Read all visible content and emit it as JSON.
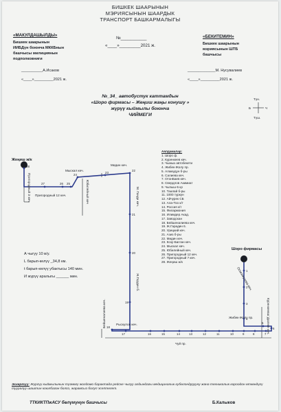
{
  "header": {
    "line1": "БИШКЕК ШААРЫНЫН",
    "line2": "МЭРИЯСЫНЫН ШААРДЫК",
    "line3": "ТРАНСПОРТ БАШКАРМАЛЫГЫ"
  },
  "approvals": {
    "left": {
      "title": "«МАКУЛДАШЫЛДЫ»",
      "lines": [
        "Бишкек шаарынын",
        "ИИБДүн боюнча МККБнын",
        "башчысы милициянын",
        "подполковниги"
      ],
      "signature": "__________А.Исаков",
      "date": "«____»_________2021 ж."
    },
    "middle": {
      "number": "№___________",
      "date": "«____»_________2021 ж."
    },
    "right": {
      "title": "«БЕКИТЕМИН»",
      "lines": [
        "Бишкек шаарынын",
        "мэриясынын ШТБ",
        "башчысы"
      ],
      "signature": "_____________М. Нусувалиев",
      "date": "«____»_________2021 ж."
    }
  },
  "scheme_title": {
    "line1": "№_34_ автобустук каттамдын",
    "line2": "«Шоро фирмасы – Жеңиш жаңы конушу »",
    "line3": "жүрүү кыймылы боюнча",
    "line4": "ЧИЙМЕГИ"
  },
  "compass": {
    "north": "Түн.",
    "south": "Түш.",
    "west": "Б",
    "east": "Ч"
  },
  "stops": {
    "heading": "Аялдамалар:",
    "list": [
      "1. Шоро ф.",
      "2. Куренкеев көч.",
      "3. Чымыз автобекети",
      "4. Жибек-Жолу пр.",
      "5. Аламүдүн б-ры",
      "6. Салиева көч.",
      "7. ОтонБаев көч.",
      "8. Свердлов Акимиат",
      "9. Чыпыш-5 кр",
      "10. Таалай б-ры",
      "11. 1000 туркун",
      "12. Айчурек СБ",
      "13. Ала-Тоо к/т",
      "14. Россия к/т",
      "15. Филармония",
      "16. Илимдер Акад.",
      "17. Заводскан",
      "18. Бейшеналиева көч.",
      "19. Ж.Гарадин 6.",
      "20. Урицкий көч.",
      "21. Азиз б-ры",
      "22. Мидин көч.",
      "23. Козу-Баглан көч.",
      "24. Мыскал көч.",
      "25. Юбилейный көч.",
      "26. Пригородный 12 көч.",
      "27. Пригородный 7 көч.",
      "28. Жеңиш ж/к"
    ]
  },
  "map_labels": {
    "zhenish": "Жеңиш ж/к",
    "shoro": "Шоро фирмасы",
    "prigorodny3": "Пригородный 3 көч.",
    "prigorodny12": "Пригородный 12 көч.",
    "myskal": "Мыскал көч.",
    "yubileiny": "Юбилейный көч",
    "midin": "Мидин көч.",
    "mgandi": "М. Ганди көч.",
    "zhgardin": "Ж.Гардин б.",
    "beishenalieva": "Бейшеналиева көч.",
    "ryskulov": "Рыскулов көч.",
    "chui": "Чуй пр.",
    "osmonkulova": "Осмонкулова көч.",
    "zhibek": "Жибек-Жолу пр.",
    "kurenkeeva": "Куренкеева/ Далеке көч."
  },
  "stop_numbers": [
    "28",
    "27",
    "26",
    "25",
    "24",
    "23",
    "22",
    "21",
    "20",
    "19",
    "18",
    "17",
    "16",
    "15",
    "14",
    "13",
    "12",
    "11",
    "10",
    "9",
    "8",
    "7",
    "6",
    "5",
    "4",
    "3",
    "2",
    "1"
  ],
  "route_info": {
    "line1": "А чыгуу   10  в/у.",
    "line2": "L барып-келүү _34,8 км.",
    "line3": "t барып-келүү убактысы 140 мин.",
    "line4": "И жүрүү аралыгы ______ мин."
  },
  "note": {
    "title": "Эскертүү:",
    "text": "Жүргүү кыймылынын түзмөгү жолдомо барактада рейске чыгуу алдындагы медициналык кубөлондурууну жана техникалык кароодон өткөндүгү тууралуу шаштин коюлбаган болсо, жарамсыз болуп эсептелет."
  },
  "footer": {
    "left": "ТТКИКТПжАСУ бөлүмүнүн башчысы",
    "right": "Б.Калыков"
  },
  "colors": {
    "route_line": "#2b3a8c",
    "ink": "#1a1d24",
    "page": "#f3f4f2"
  }
}
